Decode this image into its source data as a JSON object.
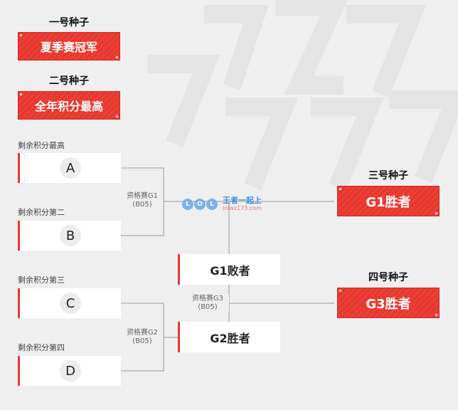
{
  "seeds": {
    "seed1": {
      "heading": "一号种子",
      "value": "夏季赛冠军"
    },
    "seed2": {
      "heading": "二号种子",
      "value": "全年积分最高"
    },
    "seed3": {
      "heading": "三号种子",
      "value": "G1胜者"
    },
    "seed4": {
      "heading": "四号种子",
      "value": "G3胜者"
    }
  },
  "qualifiers": [
    {
      "label": "剩余积分最高",
      "team": "A"
    },
    {
      "label": "剩余积分第二",
      "team": "B"
    },
    {
      "label": "剩余积分第三",
      "team": "C"
    },
    {
      "label": "剩余积分第四",
      "team": "D"
    }
  ],
  "matches": {
    "g1": {
      "name": "资格赛G1",
      "format": "(B05)"
    },
    "g2": {
      "name": "资格赛G2",
      "format": "(B05)"
    },
    "g3": {
      "name": "资格赛G3",
      "format": "(B05)"
    }
  },
  "mid_slots": {
    "g1_loser": "G1败者",
    "g2_winner": "G2胜者"
  },
  "watermark": {
    "logo": "LOL",
    "cn": "王者一起上",
    "url": "lolwz173.com"
  },
  "colors": {
    "accent": "#e8372e",
    "background": "#efefef",
    "watermark_blue": "#3a8ee6"
  }
}
